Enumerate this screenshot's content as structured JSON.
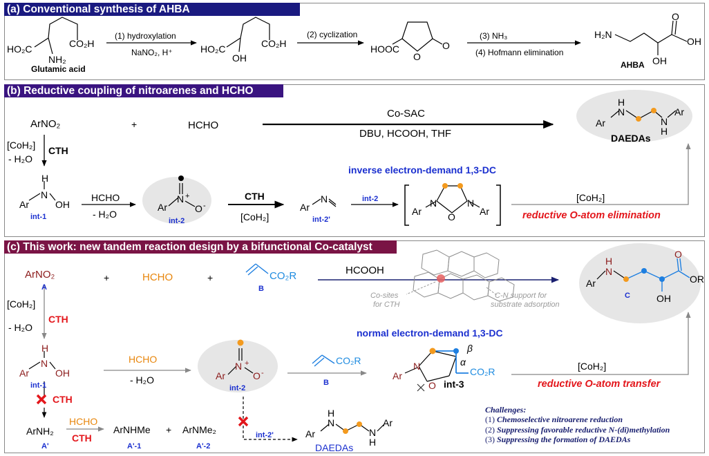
{
  "panel_a": {
    "header": "(a) Conventional synthesis of AHBA",
    "glutamic_acid": {
      "left": "HO₂C",
      "right": "CO₂H",
      "amine": "NH₂",
      "label": "Glutamic acid"
    },
    "step1": {
      "label": "(1) hydroxylation",
      "reagents": "NaNO₂, H⁺"
    },
    "hydroxy_acid": {
      "left": "HO₂C",
      "right": "CO₂H",
      "hydroxyl": "OH"
    },
    "step2": {
      "label": "(2) cyclization"
    },
    "lactone": {
      "acid": "HOOC",
      "ring_o": "O",
      "carbonyl_o": "O"
    },
    "step3": {
      "label": "(3) NH₃",
      "label2": "(4) Hofmann elimination"
    },
    "ahba": {
      "amine": "H₂N",
      "acid_o": "O",
      "acid_oh": "OH",
      "hydroxyl": "OH",
      "label": "AHBA"
    }
  },
  "panel_b": {
    "header": "(b) Reductive coupling of nitroarenes and HCHO",
    "nitroarene": "ArNO₂",
    "plus": "+",
    "hcho": "HCHO",
    "catalyst": "Co-SAC",
    "conditions": "DBU, HCOOH, THF",
    "reduce_reagent": "[CoH₂]",
    "reduce_cth": "CTH",
    "reduce_water": "- H₂O",
    "int1": {
      "h": "H",
      "n": "N",
      "ar": "Ar",
      "oh": "OH",
      "label": "int-1"
    },
    "hcho2": "HCHO",
    "water2": "- H₂O",
    "int2": {
      "ar": "Ar",
      "n": "N",
      "plus": "+",
      "o": "O",
      "minus": "-",
      "label": "int-2"
    },
    "cth2": "CTH",
    "coh2": "[CoH₂]",
    "int2p": {
      "ar": "Ar",
      "n": "N",
      "label": "int-2'"
    },
    "arrow_int2": "int-2",
    "dc_title": "inverse electron-demand 1,3-DC",
    "cyclo": {
      "n1": "N",
      "n2": "N",
      "o": "O",
      "ar1": "Ar",
      "ar2": "Ar"
    },
    "coh2_b": "[CoH₂]",
    "elimination": "reductive O-atom elimination",
    "daeda": {
      "ar1": "Ar",
      "n1": "N",
      "h1": "H",
      "n2": "N",
      "h2": "H",
      "ar2": "Ar",
      "label": "DAEDAs"
    }
  },
  "panel_c": {
    "header": "(c) This work: new tandem reaction design by a bifunctional Co-catalyst",
    "nitroarene": "ArNO₂",
    "label_a": "A",
    "plus1": "+",
    "hcho": "HCHO",
    "plus2": "+",
    "acrylate": "CO₂R",
    "label_b": "B",
    "hcooh": "HCOOH",
    "cosites": "Co-sites",
    "for_cth": "for CTH",
    "cn_support": "C-N support for",
    "substrate_ads": "substrate adsorption",
    "product": {
      "ar": "Ar",
      "n": "N",
      "h": "H",
      "o": "O",
      "or": "OR",
      "oh": "OH",
      "label": "C"
    },
    "coh2": "[CoH₂]",
    "cth": "CTH",
    "water": "- H₂O",
    "int1": {
      "h": "H",
      "n": "N",
      "ar": "Ar",
      "oh": "OH",
      "label": "int-1"
    },
    "hcho2": "HCHO",
    "water2": "- H₂O",
    "int2": {
      "ar": "Ar",
      "n": "N",
      "plus": "+",
      "o": "O",
      "minus": "-",
      "label": "int-2"
    },
    "acrylate2": "CO₂R",
    "label_b2": "B",
    "dc_title": "normal electron-demand 1,3-DC",
    "int3": {
      "ar": "Ar",
      "n": "N",
      "o": "O",
      "beta": "β",
      "alpha": "α",
      "co2r": "CO₂R",
      "label": "int-3"
    },
    "coh2_b": "[CoH₂]",
    "transfer": "reductive O-atom transfer",
    "cth_blocked": "CTH",
    "aniline": "ArNH₂",
    "label_ap": "A'",
    "hcho3": "HCHO",
    "cth3": "CTH",
    "nhme": "ArNHMe",
    "label_ap1": "A'-1",
    "plus3": "+",
    "nme2": "ArNMe₂",
    "label_ap2": "A'-2",
    "int2p": "int-2'",
    "daeda": {
      "ar1": "Ar",
      "n1": "N",
      "h1": "H",
      "n2": "N",
      "h2": "H",
      "ar2": "Ar",
      "label": "DAEDAs"
    },
    "challenges": {
      "title": "Challenges:",
      "items": [
        {
          "num": "(1)",
          "text": "Chemoselective nitroarene reduction"
        },
        {
          "num": "(2)",
          "text": "Suppressing favorable reductive N-(di)methylation"
        },
        {
          "num": "(3)",
          "text": "Suppressing the formation of DAEDAs"
        }
      ]
    }
  },
  "colors": {
    "header_a": "#1a1a80",
    "header_b": "#3a1480",
    "header_c": "#7a1445",
    "orange_dot": "#f39a1e",
    "blue_dot": "#1e7fe0"
  }
}
